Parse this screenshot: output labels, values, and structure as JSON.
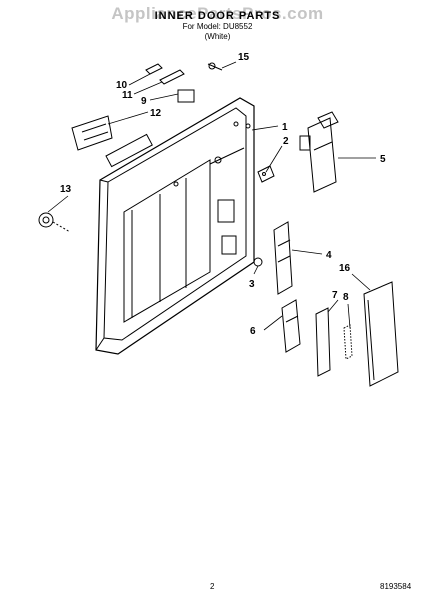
{
  "watermark": "AppliancePartsPros.com",
  "header": {
    "title": "INNER DOOR PARTS",
    "model_line": "For Model: DU8552",
    "color_line": "(White)"
  },
  "callouts": {
    "c1": "1",
    "c2": "2",
    "c3": "3",
    "c4": "4",
    "c5": "5",
    "c6": "6",
    "c7": "7",
    "c8": "8",
    "c9": "9",
    "c10": "10",
    "c11": "11",
    "c12": "12",
    "c13": "13",
    "c15": "15",
    "c16": "16"
  },
  "footer": {
    "page_number": "2",
    "document_number": "8193584"
  }
}
